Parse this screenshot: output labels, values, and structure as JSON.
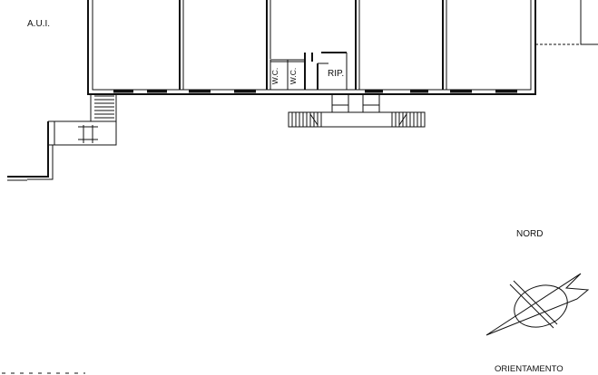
{
  "labels": {
    "aui": "A.U.I.",
    "nord": "NORD",
    "orientamento": "ORIENTAMENTO",
    "rip": "RIP.",
    "wc_1": "W.C.",
    "wc_2": "W.C."
  },
  "colors": {
    "ink": "#111111",
    "background": "#ffffff"
  }
}
